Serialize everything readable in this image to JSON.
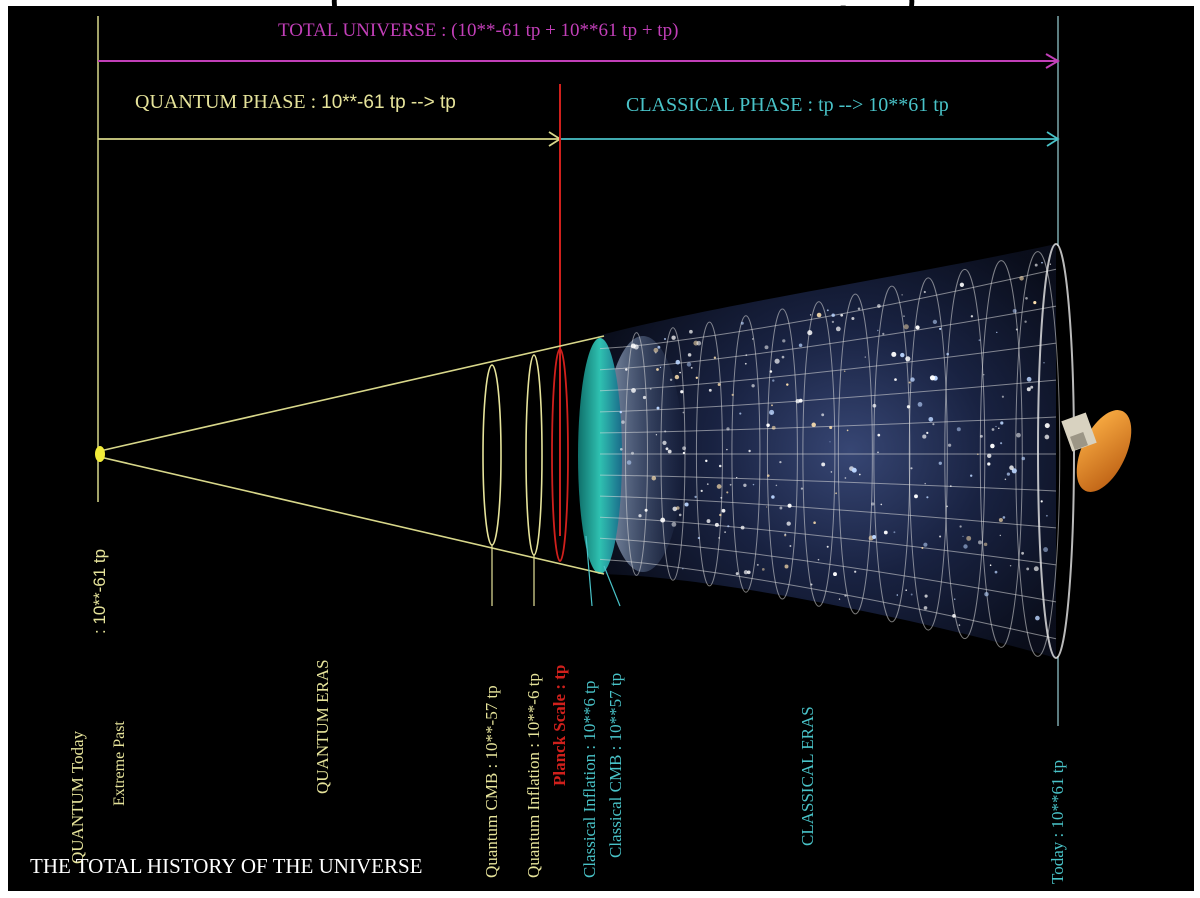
{
  "top_partial_text": "(                                             ,     )",
  "colors": {
    "background": "#000000",
    "total": "#c23fb8",
    "quantum": "#e6e39a",
    "classical": "#49c3c8",
    "planck": "#d0201c",
    "cone_line": "#d8d78a",
    "grid": "#dcdcdc"
  },
  "header": {
    "total_universe": "TOTAL UNIVERSE : (10**-61 tp + 10**61 tp + tp)",
    "quantum_phase_label": "QUANTUM PHASE : ",
    "quantum_phase_value": "10**-61 tp --> tp",
    "classical_phase": "CLASSICAL PHASE : tp --> 10**61 tp"
  },
  "labels": {
    "quantum_today_a": "QUANTUM Today",
    "quantum_today_b": " : 10**-61 tp",
    "extreme_past": "Extreme Past",
    "quantum_eras": "QUANTUM ERAS",
    "quantum_cmb": "Quantum CMB : 10**-57 tp",
    "quantum_inflation": "Quantum Inflation : 10**-6 tp",
    "planck_scale": "Planck Scale : tp",
    "classical_inflation": "Classical Inflation : 10**6 tp",
    "classical_cmb": "Classical CMB : 10**57 tp",
    "classical_eras": "CLASSICAL ERAS",
    "today": "Today : 10**61 tp",
    "footer_title": "THE TOTAL HISTORY OF THE UNIVERSE"
  },
  "icons": {
    "satellite": "wmap-probe-icon"
  }
}
